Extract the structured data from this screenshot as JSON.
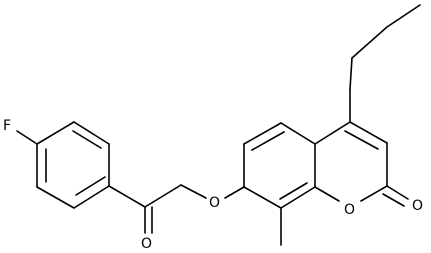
{
  "diagram": {
    "kind": "skeletal-structure",
    "atom_labels": {
      "fluorine": "F",
      "carbonyl_oxygen_ketone": "O",
      "ether_oxygen": "O",
      "ring_oxygen": "O",
      "lactone_carbonyl_oxygen": "O"
    },
    "colors": {
      "ink": "#000000",
      "background": "#ffffff"
    }
  }
}
